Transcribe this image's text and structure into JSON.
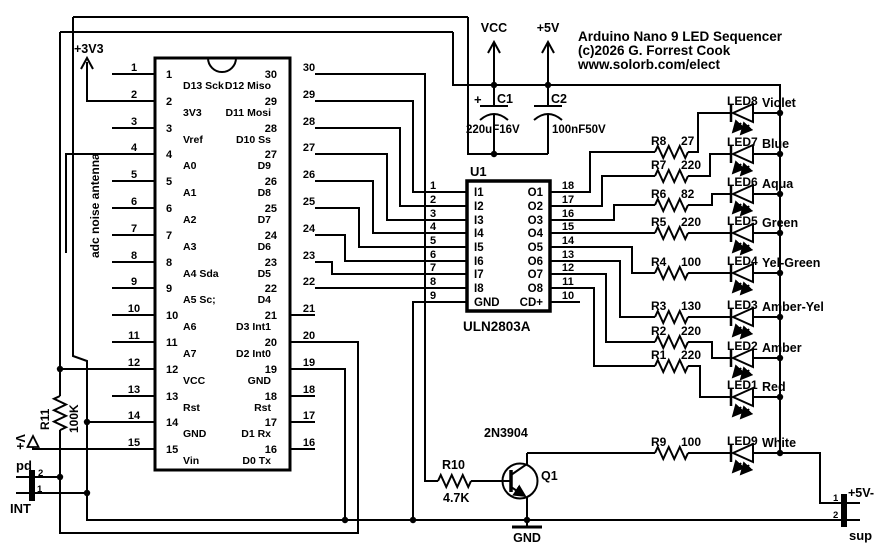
{
  "title": {
    "line1": "Arduino Nano 9 LED Sequencer",
    "line2": "(c)2026 G. Forrest Cook",
    "line3": "www.solorb.com/elect"
  },
  "arduino": {
    "rows": [
      {
        "lp": "1",
        "ll": "D13 Sck",
        "rl": "D12 Miso",
        "rp": "30"
      },
      {
        "lp": "2",
        "ll": "3V3",
        "rl": "D11 Mosi",
        "rp": "29"
      },
      {
        "lp": "3",
        "ll": "Vref",
        "rl": "D10 Ss",
        "rp": "28"
      },
      {
        "lp": "4",
        "ll": "A0",
        "rl": "D9",
        "rp": "27"
      },
      {
        "lp": "5",
        "ll": "A1",
        "rl": "D8",
        "rp": "26"
      },
      {
        "lp": "6",
        "ll": "A2",
        "rl": "D7",
        "rp": "25"
      },
      {
        "lp": "7",
        "ll": "A3",
        "rl": "D6",
        "rp": "24"
      },
      {
        "lp": "8",
        "ll": "A4 Sda",
        "rl": "D5",
        "rp": "23"
      },
      {
        "lp": "9",
        "ll": "A5 Sc;",
        "rl": "D4",
        "rp": "22"
      },
      {
        "lp": "10",
        "ll": "A6",
        "rl": "D3 Int1",
        "rp": "21"
      },
      {
        "lp": "11",
        "ll": "A7",
        "rl": "D2 Int0",
        "rp": "20"
      },
      {
        "lp": "12",
        "ll": "VCC",
        "rl": "GND",
        "rp": "19"
      },
      {
        "lp": "13",
        "ll": "Rst",
        "rl": "Rst",
        "rp": "18"
      },
      {
        "lp": "14",
        "ll": "GND",
        "rl": "D1 Rx",
        "rp": "17"
      },
      {
        "lp": "15",
        "ll": "Vin",
        "rl": "D0 Tx",
        "rp": "16"
      }
    ]
  },
  "u1": {
    "ref": "U1",
    "part": "ULN2803A",
    "rows": [
      {
        "lp": "1",
        "ll": "I1",
        "rl": "O1",
        "rp": "18"
      },
      {
        "lp": "2",
        "ll": "I2",
        "rl": "O2",
        "rp": "17"
      },
      {
        "lp": "3",
        "ll": "I3",
        "rl": "O3",
        "rp": "16"
      },
      {
        "lp": "4",
        "ll": "I4",
        "rl": "O4",
        "rp": "15"
      },
      {
        "lp": "5",
        "ll": "I5",
        "rl": "O5",
        "rp": "14"
      },
      {
        "lp": "6",
        "ll": "I6",
        "rl": "O6",
        "rp": "13"
      },
      {
        "lp": "7",
        "ll": "I7",
        "rl": "O7",
        "rp": "12"
      },
      {
        "lp": "8",
        "ll": "I8",
        "rl": "O8",
        "rp": "11"
      },
      {
        "lp": "9",
        "ll": "GND",
        "rl": "CD+",
        "rp": "10"
      }
    ]
  },
  "channels": [
    {
      "res": "R8",
      "val": "27",
      "led": "LED8",
      "color": "Violet"
    },
    {
      "res": "R7",
      "val": "220",
      "led": "LED7",
      "color": "Blue"
    },
    {
      "res": "R6",
      "val": "82",
      "led": "LED6",
      "color": "Aqua"
    },
    {
      "res": "R5",
      "val": "220",
      "led": "LED5",
      "color": "Green"
    },
    {
      "res": "R4",
      "val": "100",
      "led": "LED4",
      "color": "Yel-Green"
    },
    {
      "res": "R3",
      "val": "130",
      "led": "LED3",
      "color": "Amber-Yel"
    },
    {
      "res": "R2",
      "val": "220",
      "led": "LED2",
      "color": "Amber"
    },
    {
      "res": "R1",
      "val": "220",
      "led": "LED1",
      "color": "Red"
    },
    {
      "res": "R9",
      "val": "100",
      "led": "LED9",
      "color": "White"
    }
  ],
  "power": {
    "vcc": "VCC",
    "p5v": "+5V",
    "p3v3": "+3V3",
    "vplus": "V+",
    "gnd": "GND"
  },
  "c1": {
    "ref": "C1",
    "val": "220uF16V",
    "plus": "+"
  },
  "c2": {
    "ref": "C2",
    "val": "100nF50V"
  },
  "q1": {
    "ref": "Q1",
    "part": "2N3904"
  },
  "r10": {
    "ref": "R10",
    "val": "4.7K"
  },
  "r11": {
    "ref": "R11",
    "val": "100K"
  },
  "antenna": "adc noise antenna",
  "pd": {
    "top": "pd",
    "bottom": "INT",
    "p1": "1",
    "p2": "2"
  },
  "sup": {
    "name": "sup",
    "label": "+5V-",
    "p1": "1",
    "p2": "2"
  }
}
